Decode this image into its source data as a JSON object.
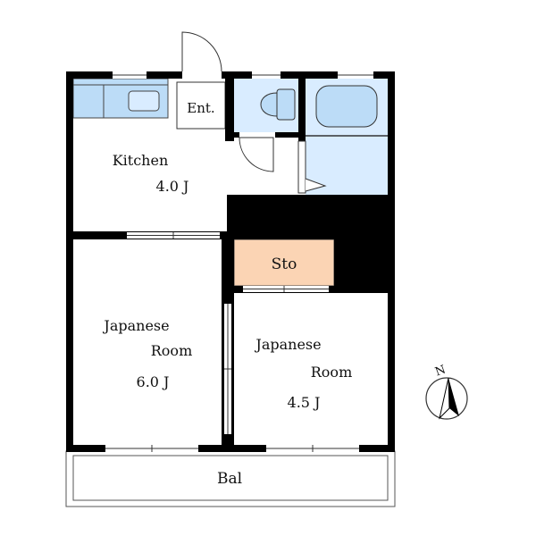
{
  "rooms": {
    "entrance": "Ent.",
    "kitchen": {
      "name": "Kitchen",
      "size": "4.0 J"
    },
    "japanese_room_west": {
      "name_line1": "Japanese",
      "name_line2": "Room",
      "size": "6.0 J"
    },
    "japanese_room_east": {
      "name_line1": "Japanese",
      "name_line2": "Room",
      "size": "4.5 J"
    },
    "storage": "Sto",
    "balcony": "Bal"
  },
  "compass": {
    "north_label": "N"
  },
  "colors": {
    "wall": "#000000",
    "wet_area": "#d9ecff",
    "fixture": "#bcdcf7",
    "storage": "#fbd4b4",
    "window": "#ffffff"
  }
}
